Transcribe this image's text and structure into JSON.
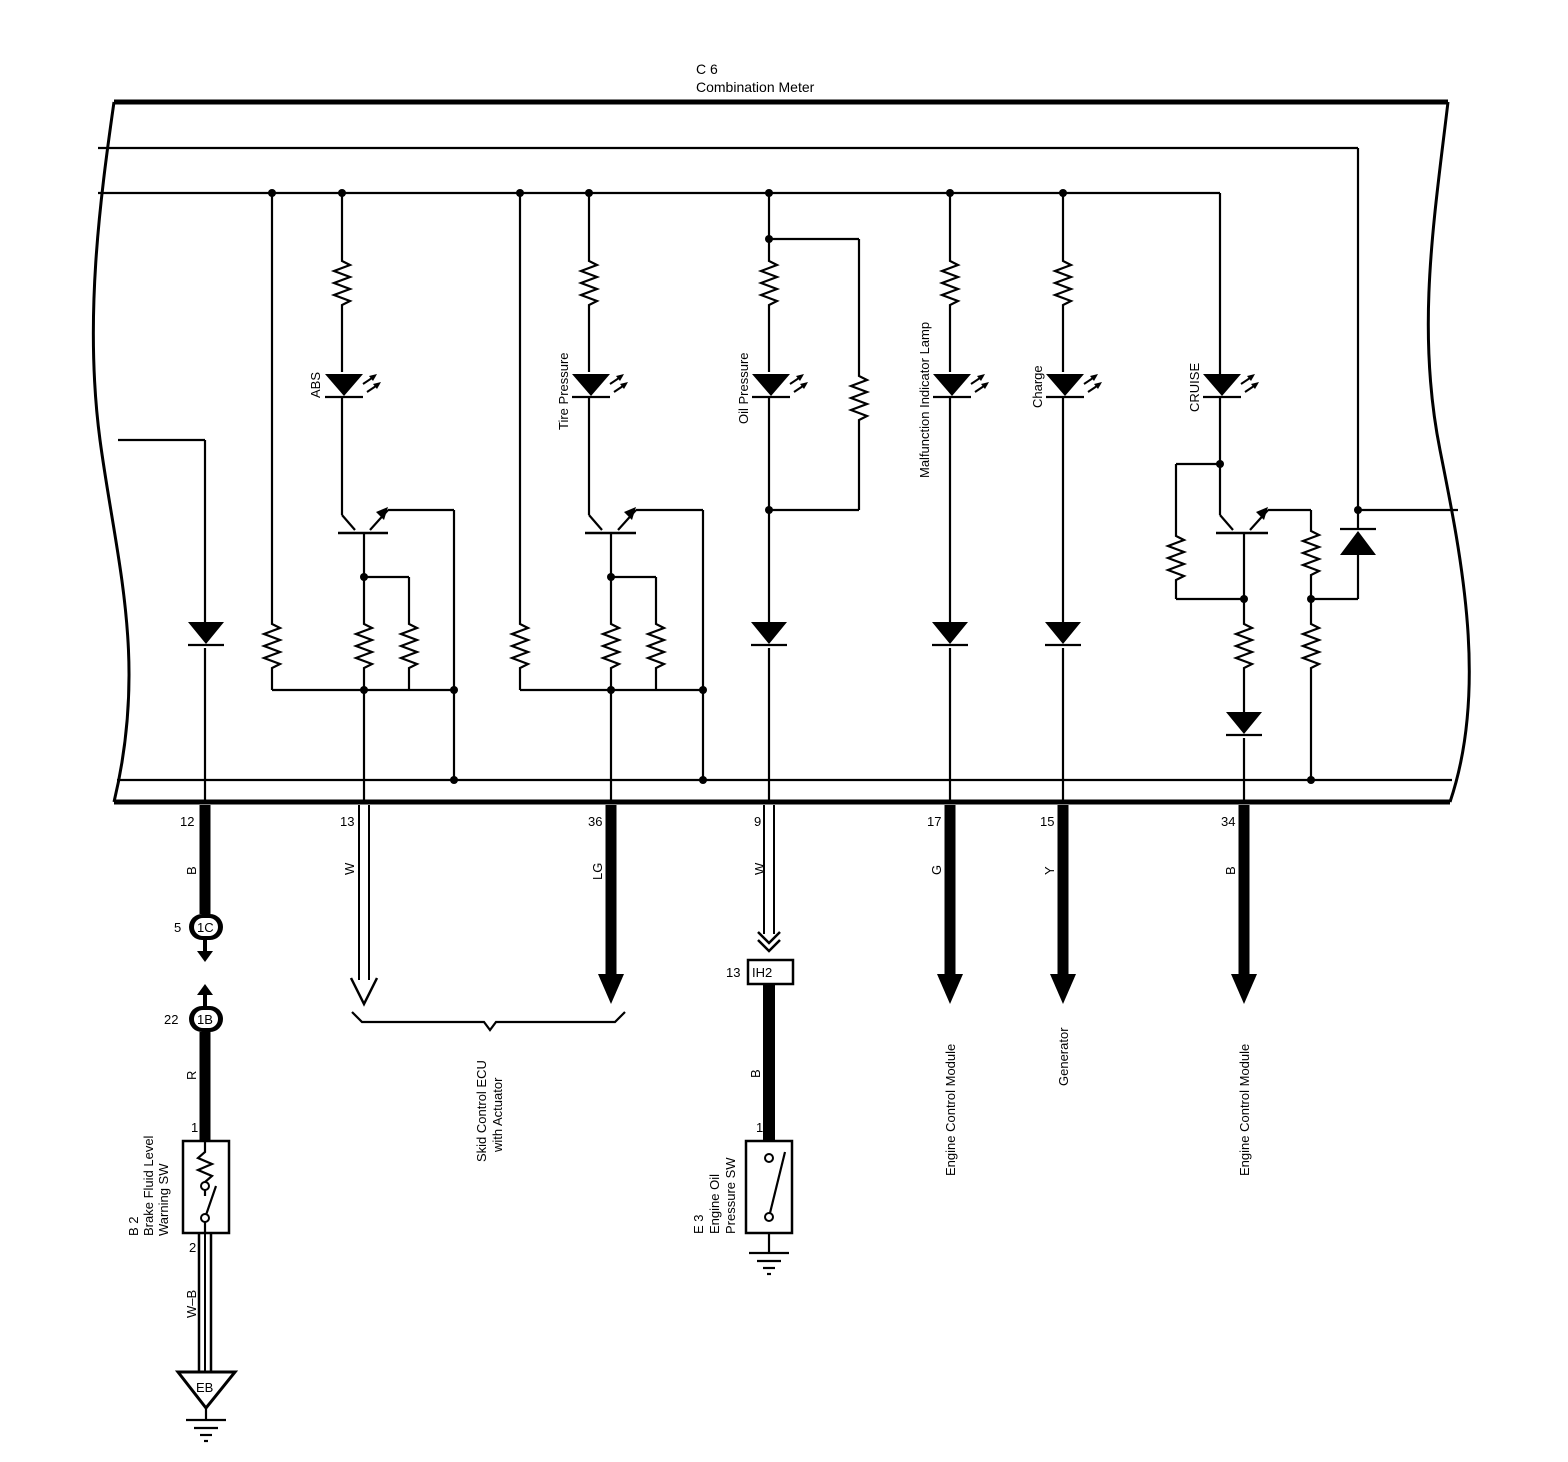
{
  "meter": {
    "code": "C 6",
    "name": "Combination Meter"
  },
  "indicators": {
    "abs": "ABS",
    "tire_pressure": "Tire Pressure",
    "oil_pressure": "Oil Pressure",
    "mil": "Malfunction Indicator Lamp",
    "charge": "Charge",
    "cruise": "CRUISE"
  },
  "pins": {
    "p12": "12",
    "p13": "13",
    "p36": "36",
    "p9": "9",
    "p17": "17",
    "p15": "15",
    "p34": "34"
  },
  "wire_colors": {
    "p12": "B",
    "p13": "W",
    "p36": "LG",
    "p9": "W",
    "p17": "G",
    "p15": "Y",
    "p34": "B",
    "brake_r": "R",
    "oil_b": "B",
    "ground_wb": "W–B"
  },
  "connectors": {
    "c1c": "1C",
    "c1c_pin": "5",
    "c1b": "1B",
    "c1b_pin": "22",
    "ih2": "IH2",
    "ih2_pin": "13"
  },
  "components": {
    "brake_sw": {
      "code": "B 2",
      "line1": "Brake Fluid Level",
      "line2": "Warning SW",
      "pin1": "1",
      "pin2": "2"
    },
    "oil_sw": {
      "code": "E 3",
      "line1": "Engine Oil",
      "line2": "Pressure SW",
      "pin1": "1"
    },
    "skid_ecu": {
      "line1": "Skid Control ECU",
      "line2": "with Actuator"
    },
    "ecm_1": "Engine Control Module",
    "generator": "Generator",
    "ecm_2": "Engine Control Module",
    "ground": "EB"
  },
  "colors": {
    "line": "#000000",
    "background": "#ffffff"
  }
}
